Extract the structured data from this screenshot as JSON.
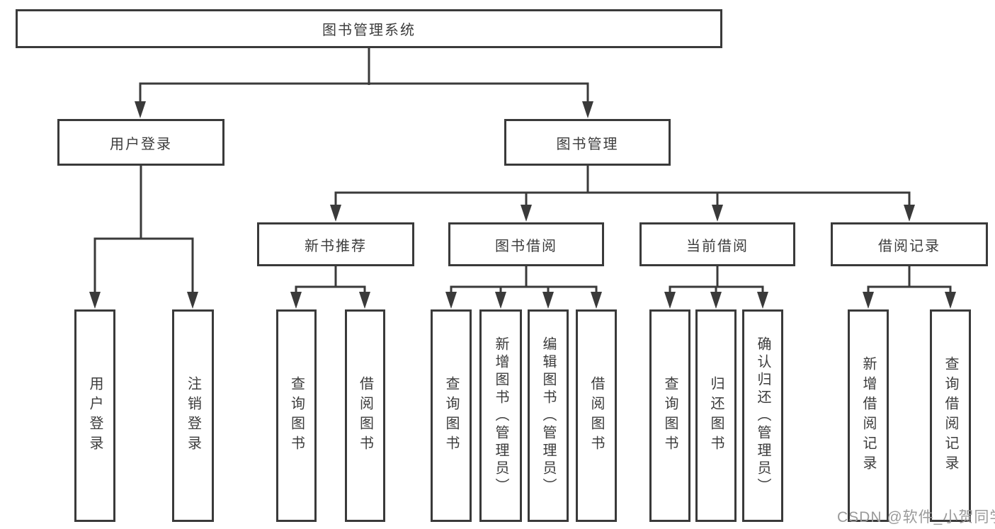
{
  "diagram": {
    "root": {
      "label": "图书管理系统"
    },
    "level2": [
      {
        "label": "用户登录"
      },
      {
        "label": "图书管理"
      }
    ],
    "level3": [
      {
        "label": "新书推荐"
      },
      {
        "label": "图书借阅"
      },
      {
        "label": "当前借阅"
      },
      {
        "label": "借阅记录"
      }
    ],
    "leaves": {
      "user_login": [
        "用户登录",
        "注销登录"
      ],
      "new_book": [
        "查询图书",
        "借阅图书"
      ],
      "book_borrow": [
        "查询图书",
        "新增图书（管理员）",
        "编辑图书（管理员）",
        "借阅图书"
      ],
      "current_borrow": [
        "查询图书",
        "归还图书",
        "确认归还（管理员）"
      ],
      "borrow_record": [
        "新增借阅记录",
        "查询借阅记录"
      ]
    }
  },
  "watermark": {
    "text": "CSDN @软件_小贺同学"
  },
  "colors": {
    "line": "#3a3a3a",
    "text": "#3c3c3c",
    "background": "#ffffff",
    "watermark": "#9a9a9a"
  }
}
